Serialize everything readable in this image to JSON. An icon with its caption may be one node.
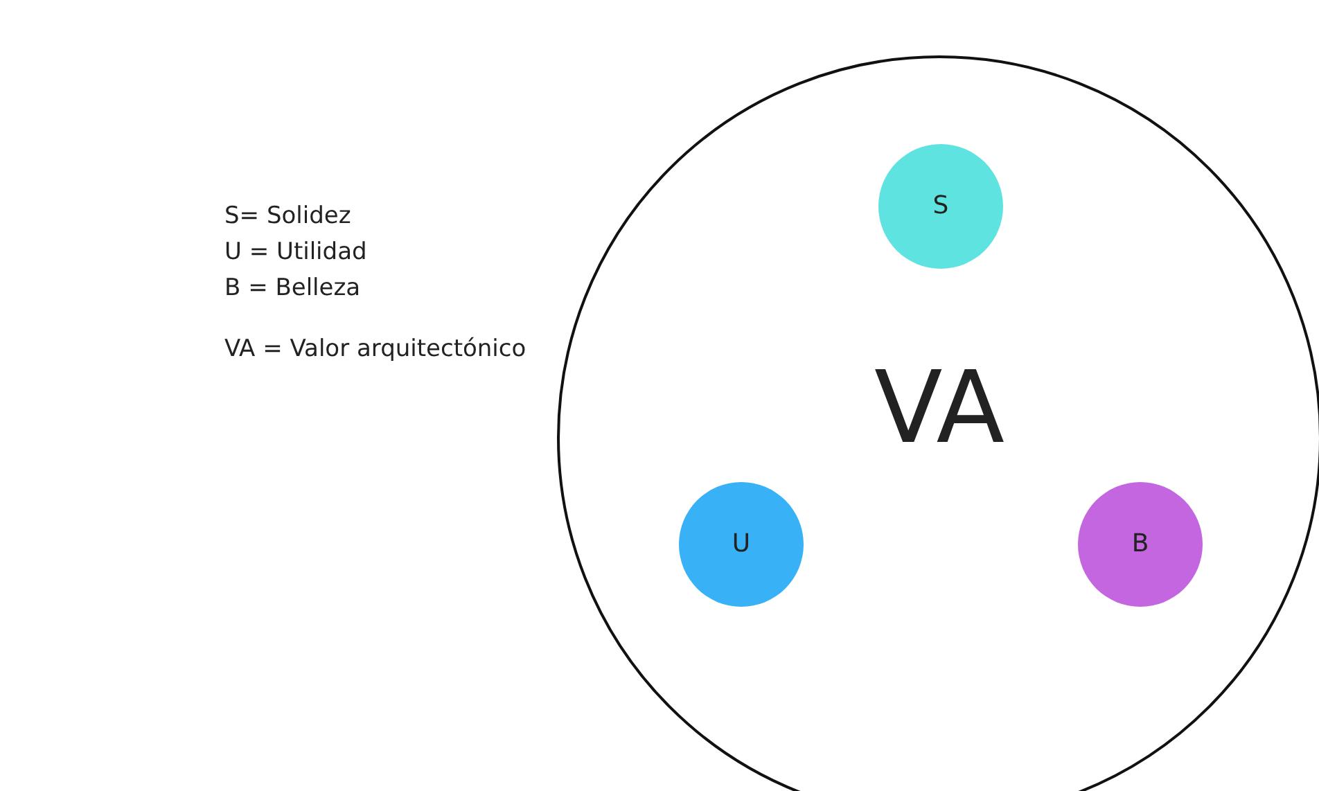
{
  "diagram": {
    "nodes": [
      {
        "text": [
          "VA"
        ]
      },
      {
        "text": [
          "S"
        ],
        "in": 0
      },
      {
        "text": [
          "U"
        ],
        "in": 0
      },
      {
        "text": [
          "B"
        ],
        "in": 0
      }
    ],
    "labels": [
      "S= Solidez",
      "U = Utilidad",
      "B = Belleza",
      "VA = Valor arquitectónico"
    ]
  }
}
